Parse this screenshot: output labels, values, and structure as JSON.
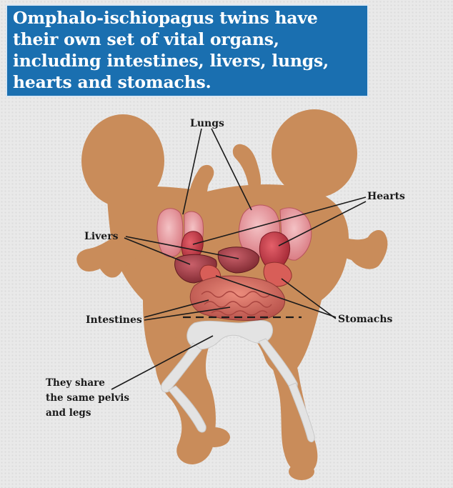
{
  "headline": {
    "lines": [
      "Omphalo-ischiopagus twins have",
      "their own set of vital organs,",
      "including intestines, livers, lungs,",
      "hearts and stomachs."
    ]
  },
  "labels": {
    "lungs": "Lungs",
    "hearts": "Hearts",
    "livers": "Livers",
    "intestines": "Intestines",
    "stomachs": "Stomachs"
  },
  "note": {
    "lines": [
      "They share",
      "the same pelvis",
      "and legs"
    ]
  },
  "colors": {
    "banner": "#1a6fb0",
    "skin": "#c98c5a",
    "bone": "#e3e3e3",
    "organ_lung": "#e9a3a8",
    "organ_heart": "#c73a45",
    "organ_liver": "#a8454a",
    "organ_intestine": "#d46a60"
  }
}
